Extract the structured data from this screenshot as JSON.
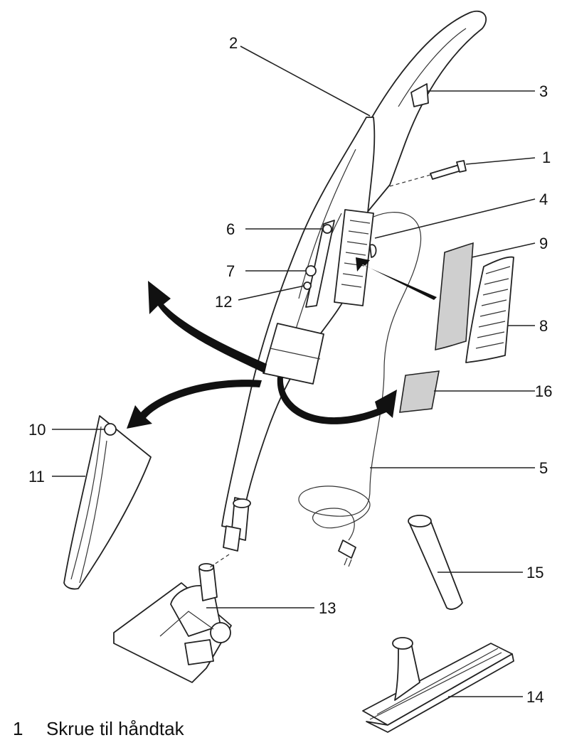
{
  "callouts": [
    "1",
    "2",
    "3",
    "4",
    "5",
    "6",
    "7",
    "8",
    "9",
    "10",
    "11",
    "12",
    "13",
    "14",
    "15",
    "16"
  ],
  "legend": {
    "number": "1",
    "text": "Skrue til håndtak"
  }
}
